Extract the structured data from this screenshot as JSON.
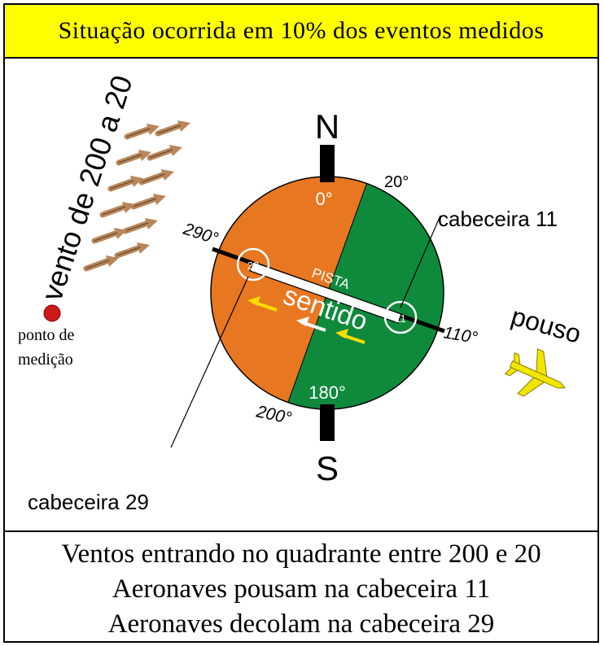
{
  "header": {
    "title": "Situação ocorrida em 10% dos eventos medidos"
  },
  "compass": {
    "north": "N",
    "south": "S",
    "deg_0": "0°",
    "deg_20": "20°",
    "deg_290": "290°",
    "deg_110": "110°",
    "deg_180": "180°",
    "deg_200": "200°",
    "orange_color": "#e87722",
    "green_color": "#0f8a3c"
  },
  "runway": {
    "label": "PISTA",
    "direction": "sentido",
    "threshold_11": "11",
    "threshold_29": "29"
  },
  "labels": {
    "cabeceira_11": "cabeceira 11",
    "cabeceira_29": "cabeceira 29",
    "wind": "vento de 200 a 20",
    "station_line1": "ponto de",
    "station_line2": "medição",
    "landing": "pouso"
  },
  "footer": {
    "line1": "Ventos entrando no quadrante entre 200 e 20",
    "line2": "Aeronaves pousam na cabeceira 11",
    "line3": "Aeronaves decolam na cabeceira 29"
  },
  "icons": {
    "wind_arrow": "wind-arrow-icon",
    "airplane": "airplane-icon",
    "station_dot": "measurement-point-icon"
  }
}
